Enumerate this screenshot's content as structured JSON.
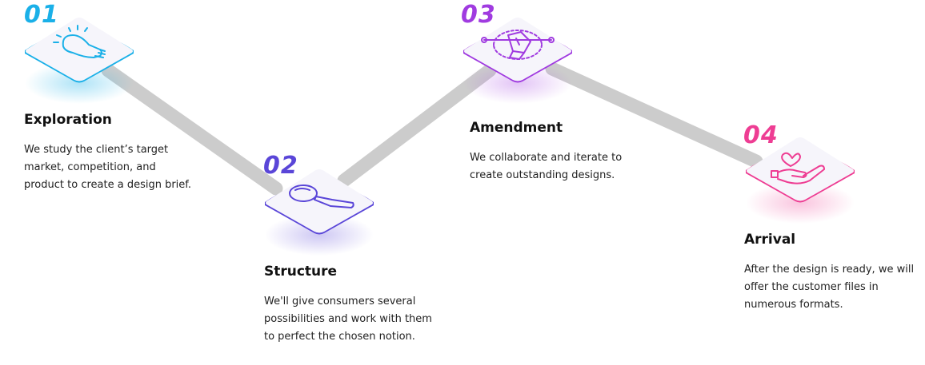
{
  "steps": [
    {
      "number": "01",
      "title": "Exploration",
      "description": "We study the client’s target market, competition, and product to create a design brief.",
      "icon": "lightbulb-icon",
      "color": "#1ab0e8"
    },
    {
      "number": "02",
      "title": "Structure",
      "description": "We'll give consumers several possibilities and work with them to perfect the chosen notion.",
      "icon": "magnifier-icon",
      "color": "#5a46d8"
    },
    {
      "number": "03",
      "title": "Amendment",
      "description": "We collaborate and iterate to create outstanding designs.",
      "icon": "pen-tool-icon",
      "color": "#a03be0"
    },
    {
      "number": "04",
      "title": "Arrival",
      "description": "After the design is ready, we will offer the customer files in numerous formats.",
      "icon": "heart-in-hand-icon",
      "color": "#ee3d93"
    }
  ],
  "connector_color": "#cccccc"
}
